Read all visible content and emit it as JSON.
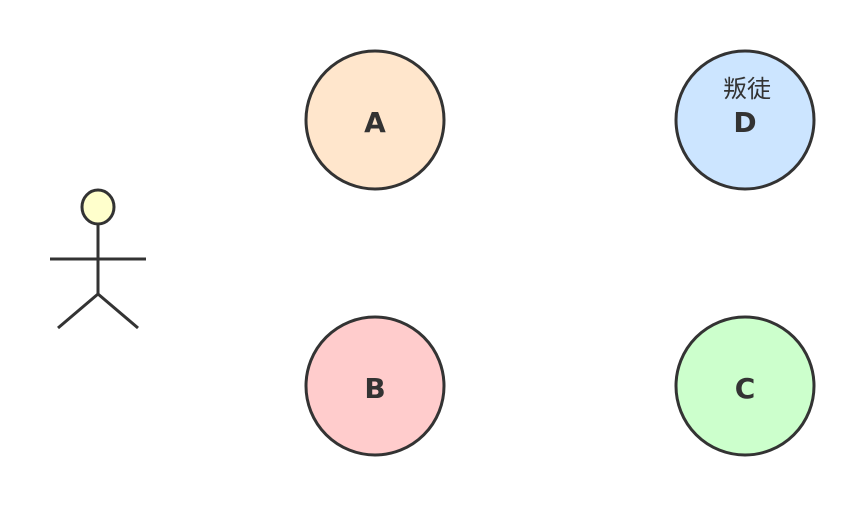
{
  "colors": {
    "stroke": "#333333",
    "text": "#333333",
    "actor_head": "#ffffcc"
  },
  "actor": {
    "icon": "stick-figure-actor-icon"
  },
  "nodes": {
    "a": {
      "label": "A",
      "caption": "",
      "fill": "#ffe6cc"
    },
    "b": {
      "label": "B",
      "caption": "",
      "fill": "#ffcccc"
    },
    "c": {
      "label": "C",
      "caption": "",
      "fill": "#ccffcc"
    },
    "d": {
      "label": "D",
      "caption": "叛徒",
      "fill": "#cce5ff"
    }
  }
}
